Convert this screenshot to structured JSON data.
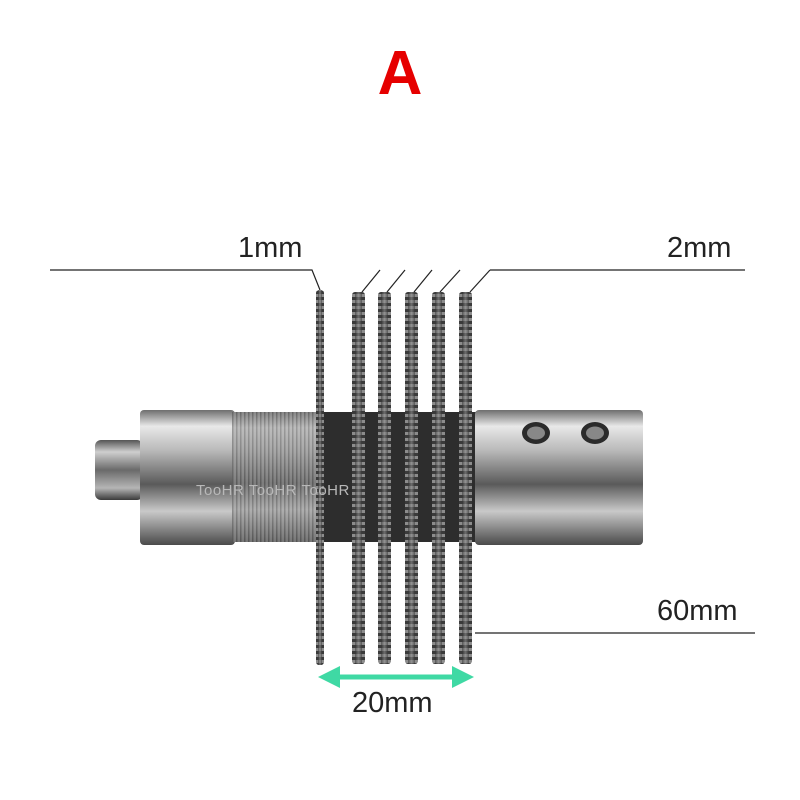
{
  "title": "A",
  "labels": {
    "thin_blade": "1mm",
    "thick_blade": "2mm",
    "diameter": "60mm",
    "width": "20mm"
  },
  "watermark": "TooHR TooHR TooHR",
  "colors": {
    "title": "#e60000",
    "arrow": "#3fd9a4",
    "lines": "#222222"
  }
}
